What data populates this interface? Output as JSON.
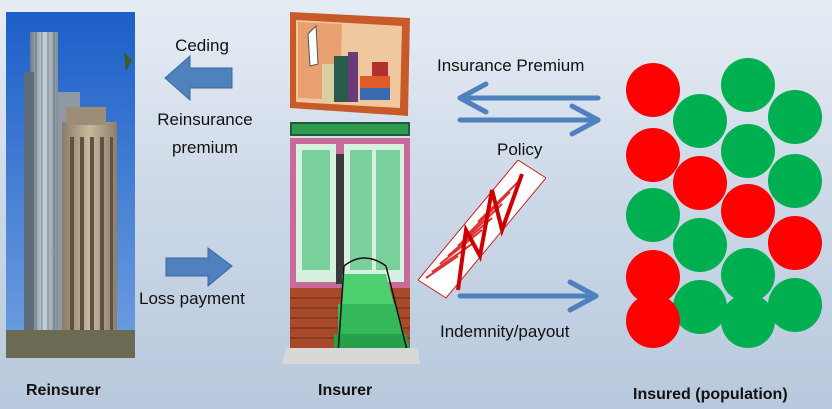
{
  "entities": {
    "reinsurer": "Reinsurer",
    "insurer": "Insurer",
    "insured": "Insured (population)"
  },
  "flows": {
    "ceding": "Ceding",
    "reinsurance_premium": "Reinsurance premium",
    "loss_payment": "Loss payment",
    "insurance_premium": "Insurance Premium",
    "policy": "Policy",
    "indemnity": "Indemnity/payout"
  },
  "population": {
    "circle_colors": [
      "red",
      "green",
      "green",
      "green",
      "red",
      "green",
      "red",
      "green",
      "green",
      "red",
      "green",
      "red",
      "red",
      "green",
      "green",
      "green",
      "red",
      "green",
      "green",
      "green"
    ]
  },
  "colors": {
    "arrow": "#4f81bd",
    "red": "#ff0000",
    "green": "#00b050"
  }
}
